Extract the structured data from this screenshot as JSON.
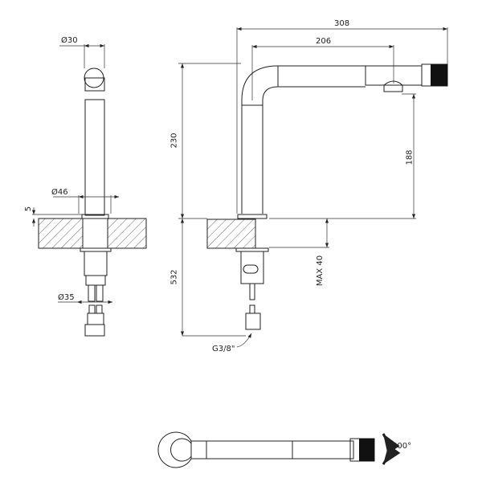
{
  "side_view": {
    "dia_top": "Ø30",
    "dia_flange": "Ø46",
    "flange_thickness": "5",
    "dia_shank": "Ø35"
  },
  "front_view": {
    "total_reach": "308",
    "spout_reach": "206",
    "height": "230",
    "outlet_height": "188",
    "below_counter": "532",
    "max_counter_thickness": "MAX 40",
    "connection": "G3/8\""
  },
  "top_view": {
    "rotation": "200°"
  }
}
